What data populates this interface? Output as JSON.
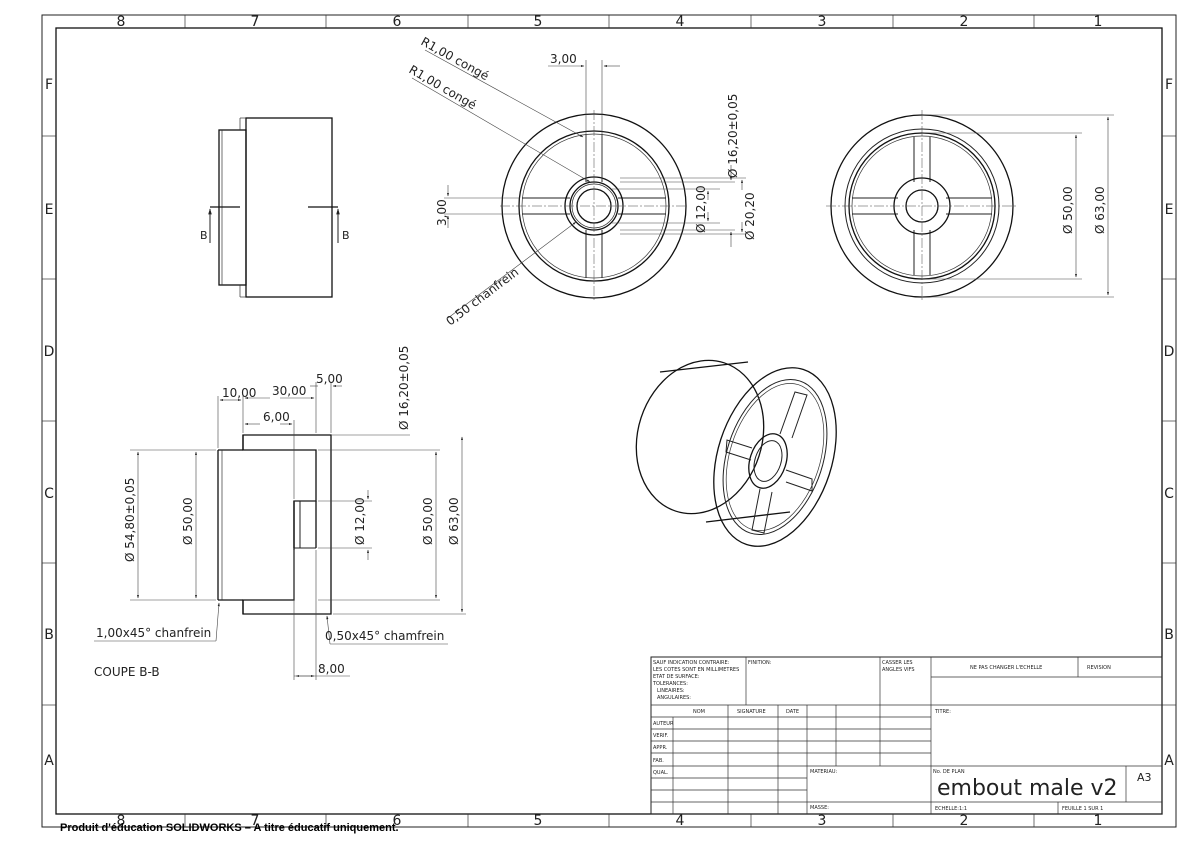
{
  "border": {
    "columns": [
      "8",
      "7",
      "6",
      "5",
      "4",
      "3",
      "2",
      "1"
    ],
    "rows": [
      "F",
      "E",
      "D",
      "C",
      "B",
      "A"
    ]
  },
  "views": {
    "section_labels": {
      "left": "B",
      "right": "B"
    },
    "front": {
      "dims": {
        "fillet1": "R1,00 congé",
        "fillet2": "R1,00 congé",
        "rib_top": "3,00",
        "rib_left": "3,00",
        "chamfer": "0,50 chanfrein",
        "d16": "Ø 16,20±0,05",
        "d12": "Ø 12,00",
        "d20": "Ø 20,20"
      }
    },
    "right": {
      "dims": {
        "d50": "Ø 50,00",
        "d63": "Ø 63,00"
      }
    },
    "section": {
      "title": "COUPE B-B",
      "dims": {
        "l10": "10,00",
        "l30": "30,00",
        "l5": "5,00",
        "l6": "6,00",
        "l8": "8,00",
        "d16": "Ø 16,20±0,05",
        "d54": "Ø 54,80±0,05",
        "d50_left": "Ø 50,00",
        "d12": "Ø 12,00",
        "d50_right": "Ø 50,00",
        "d63": "Ø 63,00",
        "chamfer_left": "1,00x45° chanfrein",
        "chamfer_right": "0,50x45° chamfrein"
      }
    }
  },
  "title_block": {
    "note_lines": [
      "SAUF INDICATION CONTRAIRE:",
      "LES COTES SONT EN MILLIMETRES",
      "ETAT DE SURFACE:",
      "TOLERANCES:",
      "LINEAIRES:",
      "ANGULAIRES:"
    ],
    "finish": "FINITION:",
    "break_edges": [
      "CASSER LES",
      "ANGLES VIFS"
    ],
    "scale_note": "NE PAS CHANGER L'ECHELLE",
    "revision": "REVISION",
    "col_headers": [
      "NOM",
      "SIGNATURE",
      "DATE"
    ],
    "roles": [
      "AUTEUR",
      "VERIF.",
      "APPR.",
      "FAB.",
      "QUAL."
    ],
    "title_label": "TITRE:",
    "material_label": "MATERIAU:",
    "drawing_no_label": "No. DE PLAN",
    "drawing_name": "embout male v2",
    "sheet_size": "A3",
    "mass_label": "MASSE:",
    "scale_label": "ECHELLE:1:1",
    "sheet_label": "FEUILLE 1 SUR 1"
  },
  "footer": {
    "edu_note": "Produit d'éducation SOLIDWORKS – A titre éducatif uniquement."
  }
}
